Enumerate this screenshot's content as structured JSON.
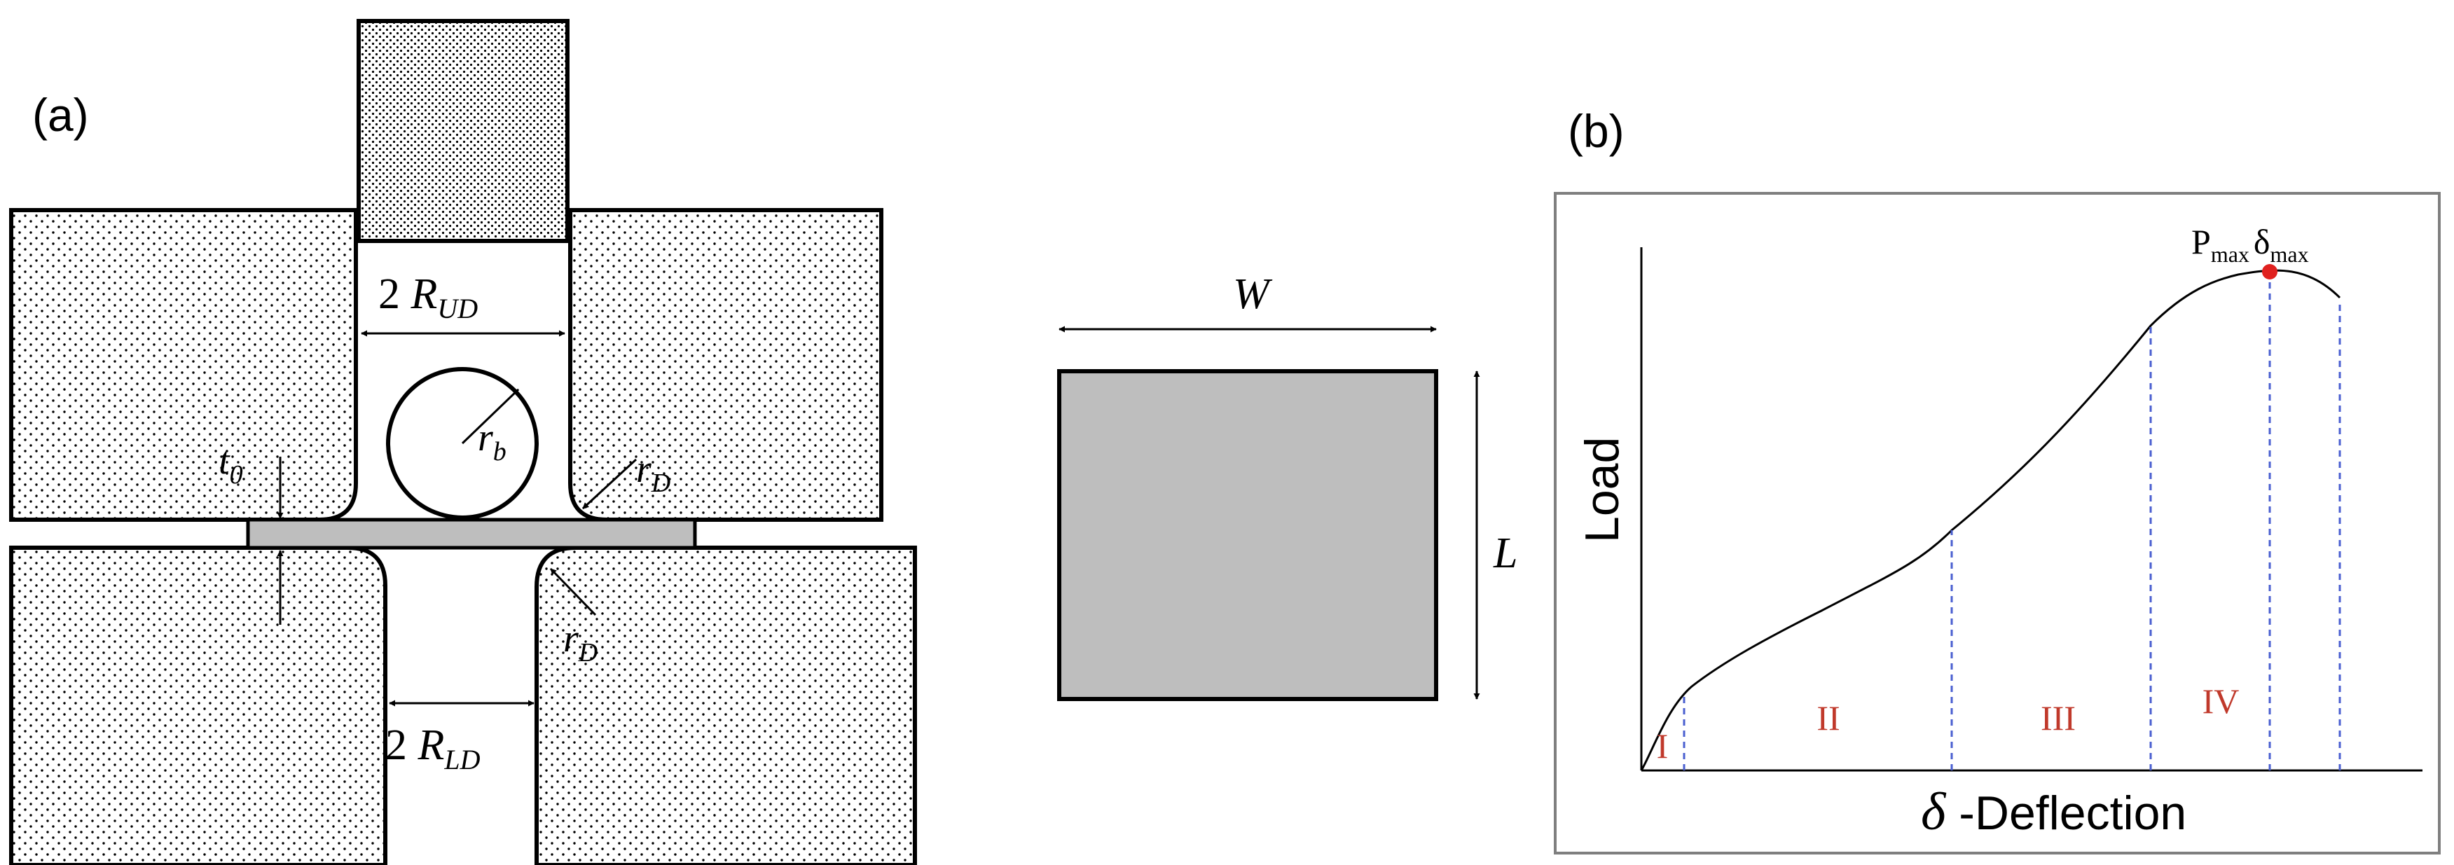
{
  "panel_a": {
    "label": "(a)",
    "dim_upper": {
      "prefix": "2 ",
      "symbol": "R",
      "sub": "UD"
    },
    "dim_lower": {
      "prefix": "2 ",
      "symbol": "R",
      "sub": "LD"
    },
    "ball_radius": {
      "symbol": "r",
      "sub": "b"
    },
    "thickness": {
      "symbol": "t",
      "sub": "0"
    },
    "die_radius_upper": {
      "symbol": "r",
      "sub": "D"
    },
    "die_radius_lower": {
      "symbol": "r",
      "sub": "D"
    }
  },
  "specimen": {
    "width_label": "W",
    "length_label": "L"
  },
  "panel_b": {
    "label": "(b)",
    "y_axis_label": "Load",
    "x_axis_symbol": "δ",
    "x_axis_text": " -Deflection",
    "peak_label": {
      "p": "P",
      "p_sub": "max",
      "d": "δ",
      "d_sub": "max"
    },
    "regions": [
      "I",
      "II",
      "III",
      "IV"
    ]
  },
  "colors": {
    "line": "#000000",
    "specimen_fill": "#bebebe",
    "punch_fill": "#d9d9d9",
    "region_text": "#c0392b",
    "divider": "#4a5fd0",
    "peak_marker": "#e0211f",
    "frame": "#7f7f7f"
  },
  "chart_data": {
    "type": "line",
    "title": "",
    "xlabel": "δ -Deflection",
    "ylabel": "Load",
    "x_ticks": "none",
    "y_ticks": "none",
    "region_labels": [
      "I",
      "II",
      "III",
      "IV"
    ]
  }
}
